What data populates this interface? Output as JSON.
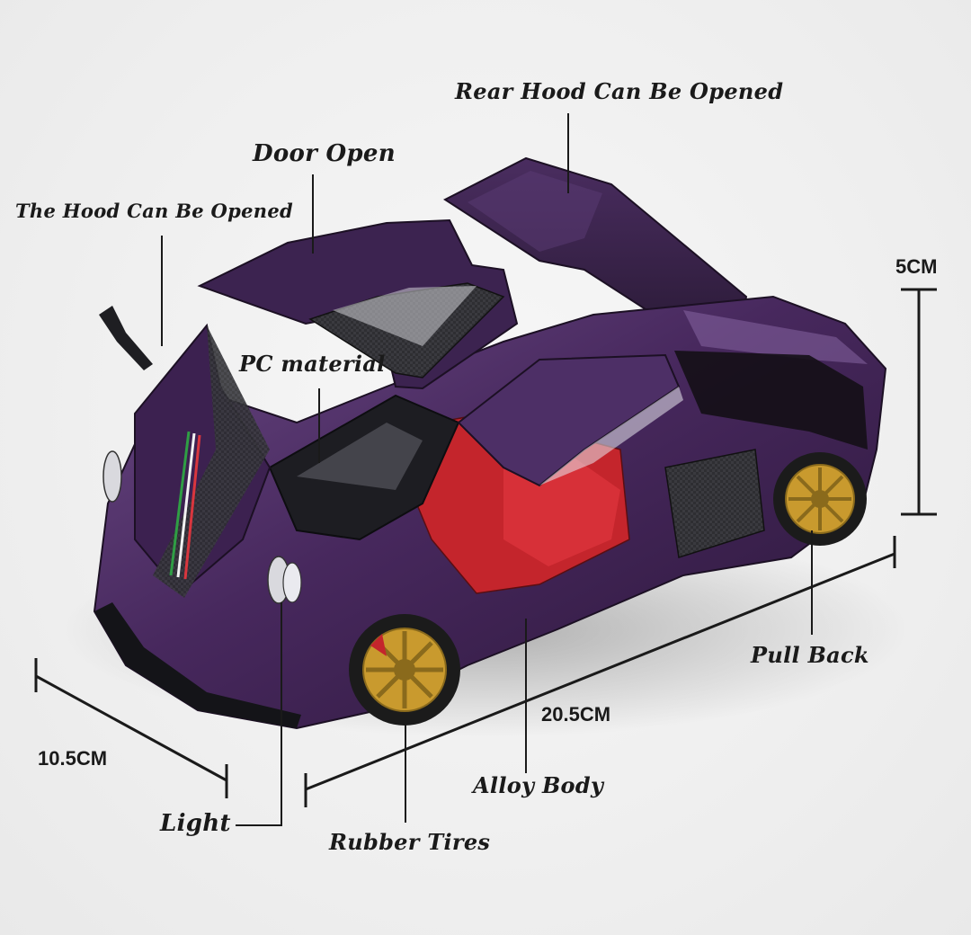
{
  "labels": {
    "rear_hood": "Rear Hood Can Be Opened",
    "door_open": "Door Open",
    "hood": "The Hood Can Be Opened",
    "pc_material": "PC material",
    "pull_back": "Pull Back",
    "alloy_body": "Alloy Body",
    "rubber_tires": "Rubber Tires",
    "light": "Light"
  },
  "dimensions": {
    "height": "5CM",
    "length": "20.5CM",
    "width": "10.5CM"
  },
  "colors": {
    "body": "#3d2150",
    "body_highlight": "#6b4a86",
    "carbon": "#2b2b2e",
    "interior": "#c4252c",
    "rim": "#c99a2e",
    "tire": "#1b1b1b",
    "line": "#1a1a1a"
  }
}
